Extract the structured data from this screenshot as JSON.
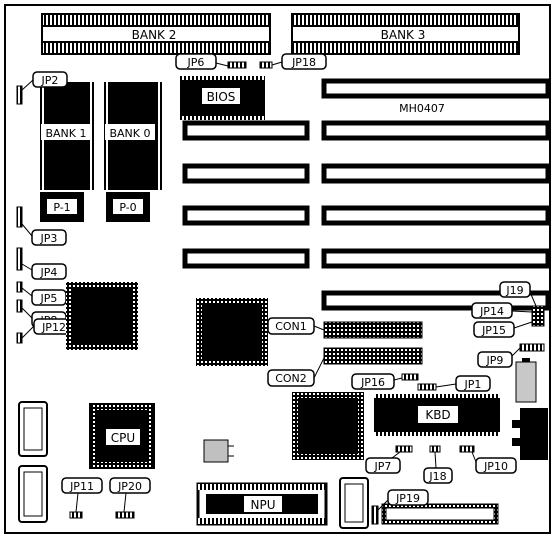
{
  "colors": {
    "ink": "#000000",
    "paper": "#ffffff",
    "gray": "#b8b8b8"
  },
  "board": {
    "model": "MH0407"
  },
  "labels": {
    "bank0": "BANK 0",
    "bank1": "BANK 1",
    "bank2": "BANK 2",
    "bank3": "BANK 3",
    "bios": "BIOS",
    "cpu": "CPU",
    "npu": "NPU",
    "kbd": "KBD",
    "con1": "CON1",
    "con2": "CON2",
    "p0": "P-0",
    "p1": "P-1",
    "j19": "J19",
    "jp1": "JP1",
    "jp2": "JP2",
    "jp3": "JP3",
    "jp4": "JP4",
    "jp5": "JP5",
    "jp6": "JP6",
    "jp7": "JP7",
    "jp8": "JP8",
    "jp9": "JP9",
    "jp10": "JP10",
    "jp11": "JP11",
    "jp12": "JP12",
    "jp14": "JP14",
    "jp15": "JP15",
    "jp16": "JP16",
    "jp18_top": "JP18",
    "jp18": "J18",
    "jp19": "JP19",
    "jp20": "JP20"
  }
}
